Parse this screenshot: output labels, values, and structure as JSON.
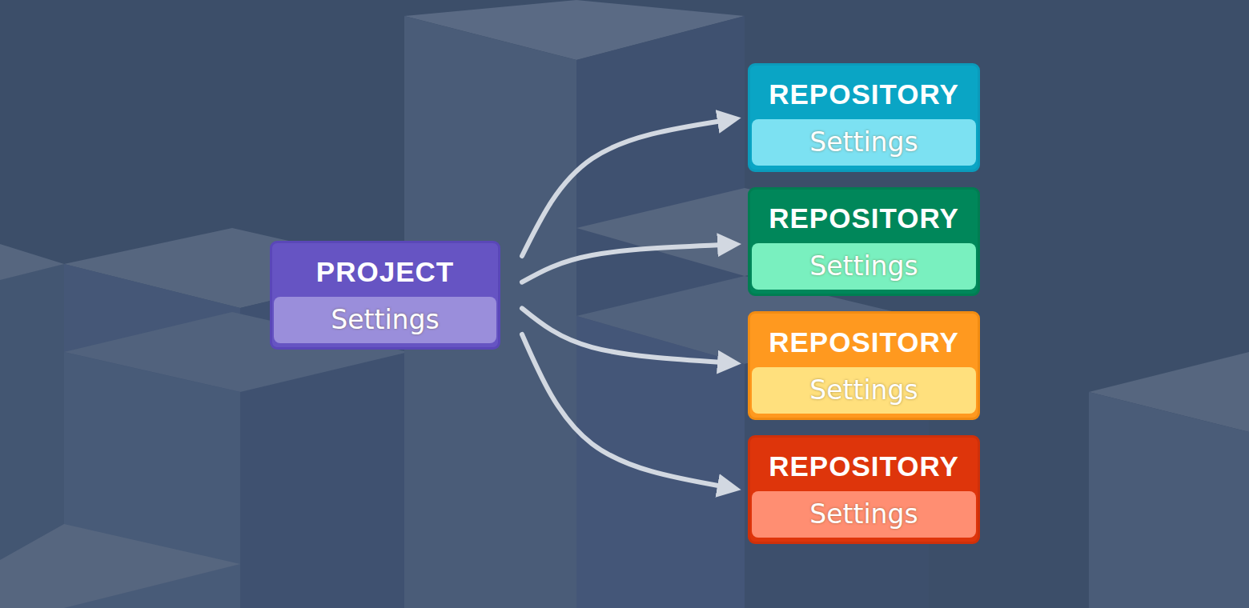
{
  "diagram": {
    "nodes": [
      {
        "text": [
          "PROJECT",
          "Settings"
        ]
      },
      {
        "text": [
          "REPOSITORY",
          "Settings"
        ]
      },
      {
        "text": [
          "REPOSITORY",
          "Settings"
        ]
      },
      {
        "text": [
          "REPOSITORY",
          "Settings"
        ]
      },
      {
        "text": [
          "REPOSITORY",
          "Settings"
        ]
      }
    ],
    "edges": [
      {
        "from": 0,
        "to": 1,
        "arrow": "to"
      },
      {
        "from": 0,
        "to": 2,
        "arrow": "to"
      },
      {
        "from": 0,
        "to": 3,
        "arrow": "to"
      },
      {
        "from": 0,
        "to": 4,
        "arrow": "to"
      }
    ]
  }
}
